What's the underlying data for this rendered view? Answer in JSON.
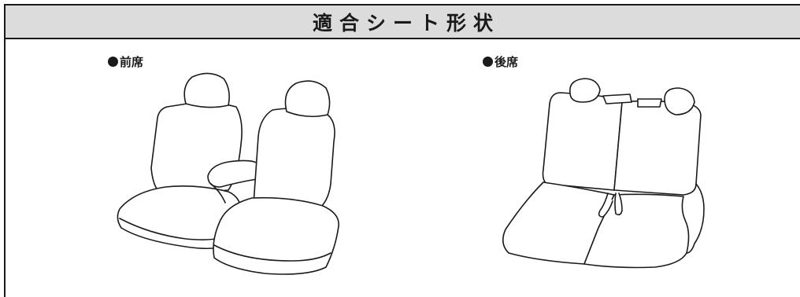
{
  "header": {
    "title": "適合シート形状"
  },
  "sections": [
    {
      "label": "前席",
      "illustration": "front-seats"
    },
    {
      "label": "後席",
      "illustration": "rear-bench-seat"
    }
  ],
  "colors": {
    "header_background": "#dcdcdc",
    "line": "#1a1a1a",
    "background": "#ffffff"
  }
}
